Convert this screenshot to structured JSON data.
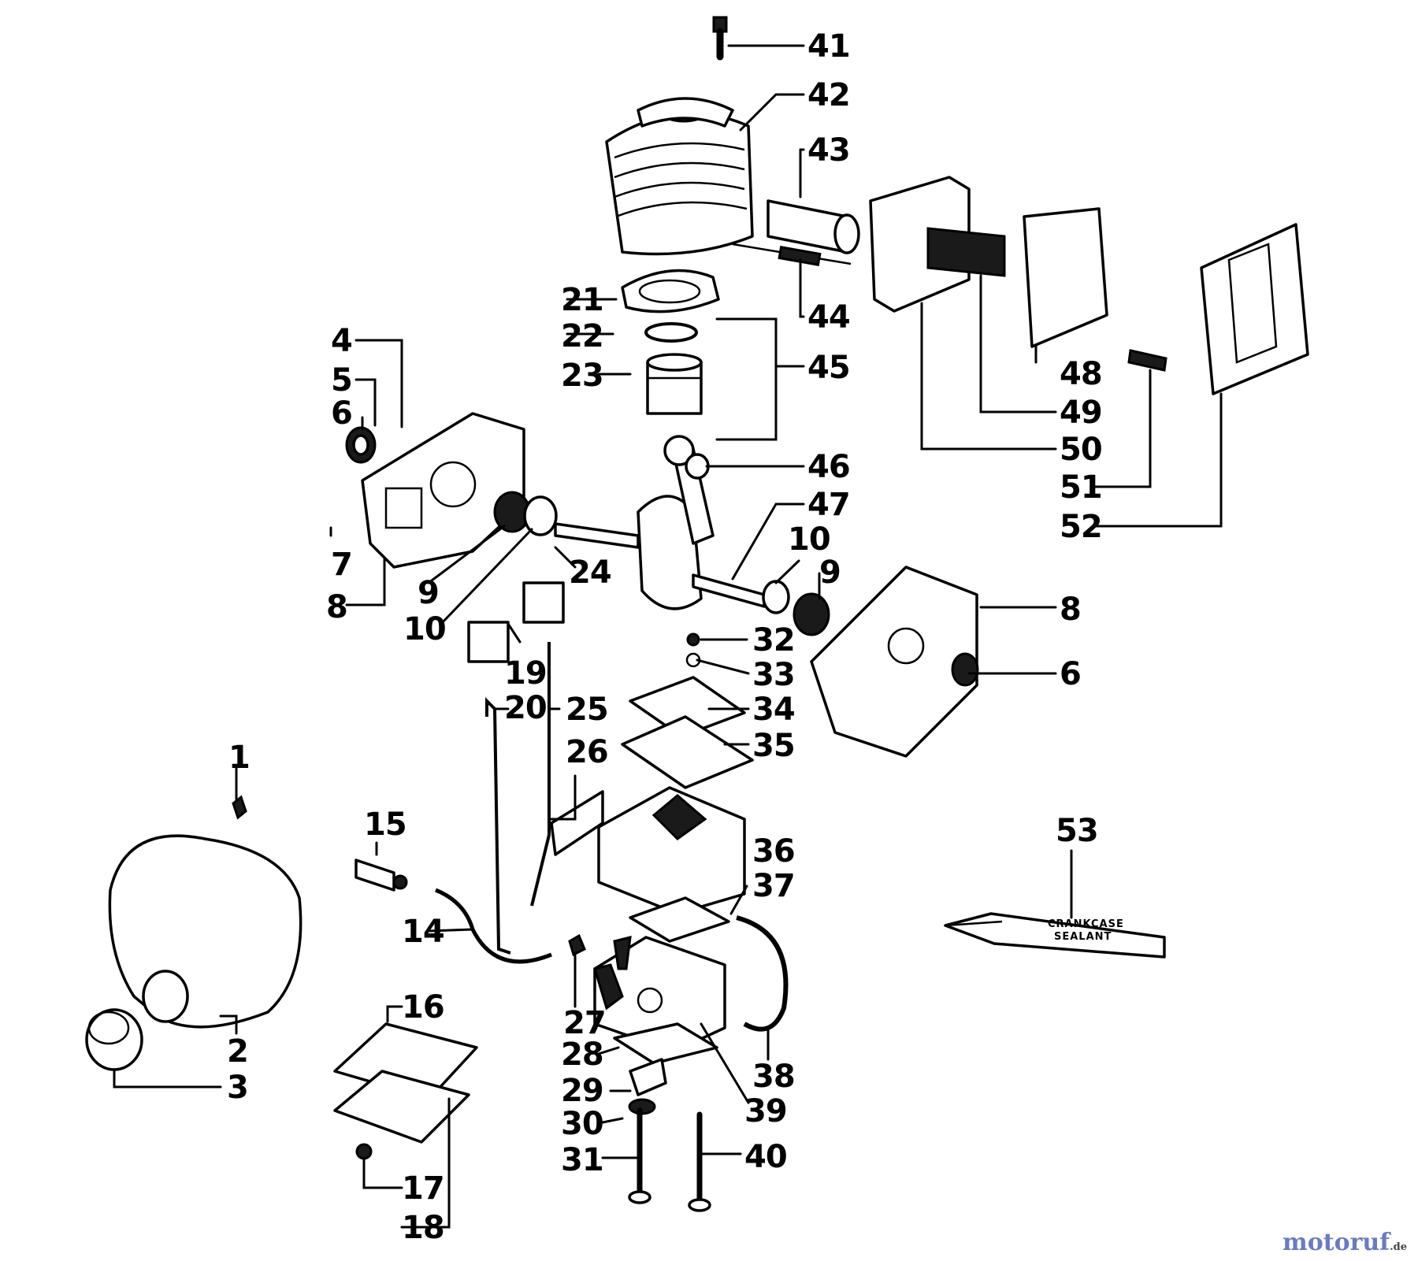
{
  "callouts": [
    "1",
    "2",
    "3",
    "4",
    "5",
    "6",
    "6",
    "7",
    "8",
    "8",
    "9",
    "9",
    "10",
    "10",
    "14",
    "15",
    "16",
    "17",
    "18",
    "19",
    "20",
    "21",
    "22",
    "23",
    "24",
    "25",
    "26",
    "27",
    "28",
    "29",
    "30",
    "31",
    "32",
    "33",
    "34",
    "35",
    "36",
    "37",
    "38",
    "39",
    "40",
    "41",
    "42",
    "43",
    "44",
    "45",
    "46",
    "47",
    "48",
    "49",
    "50",
    "51",
    "52",
    "53"
  ],
  "tube_label": {
    "line1": "CRANKCASE",
    "line2": "SEALANT"
  },
  "watermark": {
    "brand": "motoruf",
    "suffix": ".de"
  },
  "colors": {
    "ink": "#000000",
    "paper": "#ffffff",
    "watermark": "#6a7bbf"
  }
}
